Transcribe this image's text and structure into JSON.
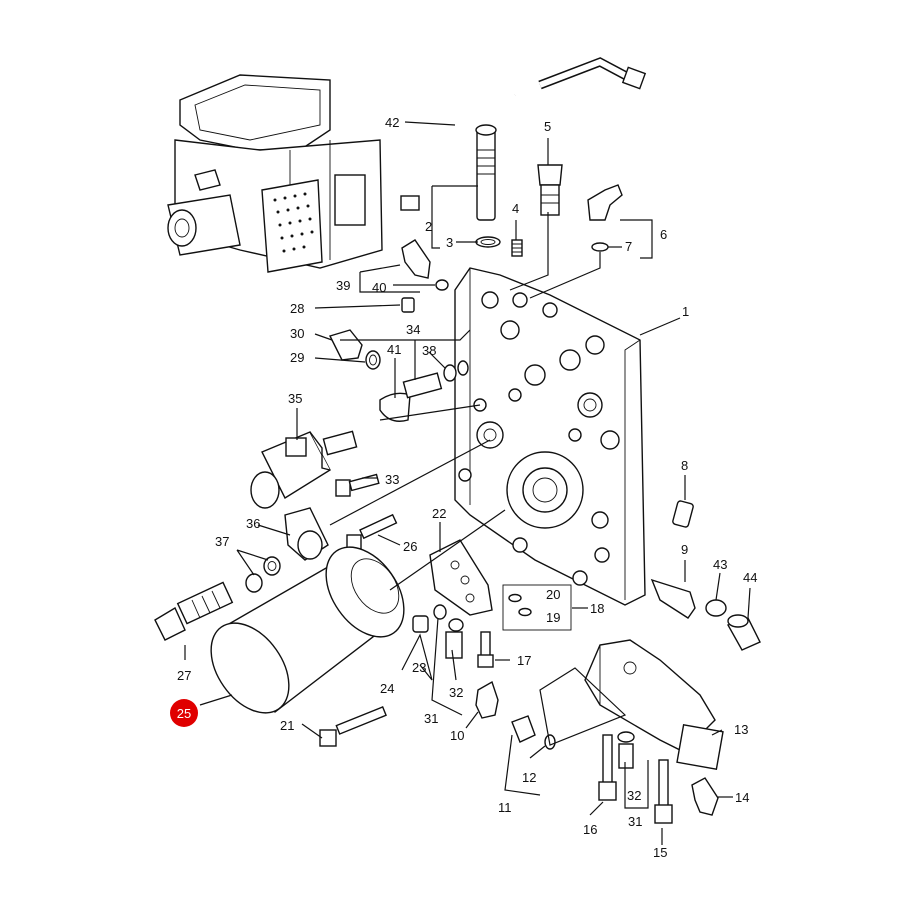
{
  "diagram": {
    "highlight_color": "#e00000",
    "line_color": "#111111",
    "callouts": [
      {
        "id": "1",
        "label": "1"
      },
      {
        "id": "2",
        "label": "2"
      },
      {
        "id": "3",
        "label": "3"
      },
      {
        "id": "4",
        "label": "4"
      },
      {
        "id": "5",
        "label": "5"
      },
      {
        "id": "6",
        "label": "6"
      },
      {
        "id": "7",
        "label": "7"
      },
      {
        "id": "8",
        "label": "8"
      },
      {
        "id": "9",
        "label": "9"
      },
      {
        "id": "10",
        "label": "10"
      },
      {
        "id": "11",
        "label": "11"
      },
      {
        "id": "12",
        "label": "12"
      },
      {
        "id": "13",
        "label": "13"
      },
      {
        "id": "14",
        "label": "14"
      },
      {
        "id": "15",
        "label": "15"
      },
      {
        "id": "16",
        "label": "16"
      },
      {
        "id": "17",
        "label": "17"
      },
      {
        "id": "18",
        "label": "18"
      },
      {
        "id": "19",
        "label": "19"
      },
      {
        "id": "20",
        "label": "20"
      },
      {
        "id": "21",
        "label": "21"
      },
      {
        "id": "22",
        "label": "22"
      },
      {
        "id": "23",
        "label": "23"
      },
      {
        "id": "24",
        "label": "24"
      },
      {
        "id": "25",
        "label": "25",
        "highlighted": true
      },
      {
        "id": "26",
        "label": "26"
      },
      {
        "id": "27",
        "label": "27"
      },
      {
        "id": "28",
        "label": "28"
      },
      {
        "id": "29",
        "label": "29"
      },
      {
        "id": "30",
        "label": "30"
      },
      {
        "id": "31a",
        "label": "31"
      },
      {
        "id": "31b",
        "label": "31"
      },
      {
        "id": "32a",
        "label": "32"
      },
      {
        "id": "32b",
        "label": "32"
      },
      {
        "id": "33",
        "label": "33"
      },
      {
        "id": "34",
        "label": "34"
      },
      {
        "id": "35",
        "label": "35"
      },
      {
        "id": "36",
        "label": "36"
      },
      {
        "id": "37",
        "label": "37"
      },
      {
        "id": "38",
        "label": "38"
      },
      {
        "id": "39",
        "label": "39"
      },
      {
        "id": "40",
        "label": "40"
      },
      {
        "id": "41",
        "label": "41"
      },
      {
        "id": "42",
        "label": "42"
      },
      {
        "id": "43",
        "label": "43"
      },
      {
        "id": "44",
        "label": "44"
      }
    ]
  }
}
